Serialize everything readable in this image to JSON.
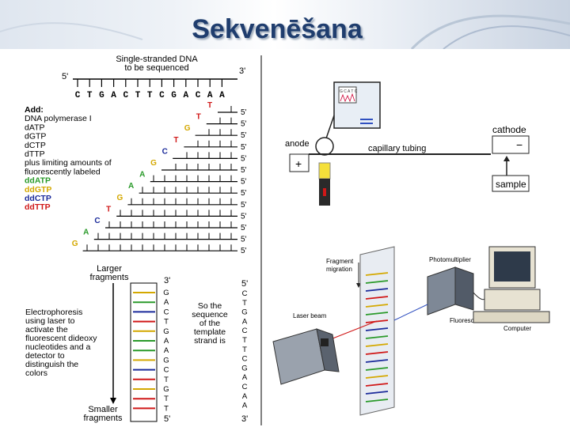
{
  "title": "Sekvenēšana",
  "template": {
    "heading_line1": "Single-stranded DNA",
    "heading_line2": "to be sequenced",
    "end5": "5'",
    "end3": "3'",
    "bases": [
      "C",
      "T",
      "G",
      "A",
      "C",
      "T",
      "T",
      "C",
      "G",
      "A",
      "C",
      "A",
      "A"
    ]
  },
  "add_list": [
    {
      "text": "Add:",
      "color": "#000000",
      "bold": true
    },
    {
      "text": "DNA polymerase I",
      "color": "#000000",
      "bold": false
    },
    {
      "text": "dATP",
      "color": "#000000",
      "bold": false
    },
    {
      "text": "dGTP",
      "color": "#000000",
      "bold": false
    },
    {
      "text": "dCTP",
      "color": "#000000",
      "bold": false
    },
    {
      "text": "dTTP",
      "color": "#000000",
      "bold": false
    },
    {
      "text": "plus limiting amounts of",
      "color": "#000000",
      "bold": false
    },
    {
      "text": "fluorescently labeled",
      "color": "#000000",
      "bold": false
    },
    {
      "text": "ddATP",
      "color": "#2a9a2a",
      "bold": true
    },
    {
      "text": "ddGTP",
      "color": "#d4a800",
      "bold": true
    },
    {
      "text": "ddCTP",
      "color": "#1a2a9a",
      "bold": true
    },
    {
      "text": "ddTTP",
      "color": "#d01818",
      "bold": true
    }
  ],
  "fragments": {
    "labels": [
      "T",
      "T",
      "G",
      "T",
      "C",
      "G",
      "A",
      "A",
      "G",
      "T",
      "C",
      "A",
      "G"
    ],
    "end_label": "5'"
  },
  "colors": {
    "A": "#2a9a2a",
    "G": "#d4a800",
    "C": "#1a2a9a",
    "T": "#d01818",
    "title": "#1f3d6e"
  },
  "gel": {
    "larger_label": [
      "Larger",
      "fragments"
    ],
    "smaller_label": [
      "Smaller",
      "fragments"
    ],
    "top_label": "3'",
    "bottom_label": "5'",
    "left_sequence": [
      "G",
      "A",
      "C",
      "T",
      "G",
      "A",
      "A",
      "G",
      "C",
      "T",
      "G",
      "T",
      "T"
    ],
    "right_top_label": "5'",
    "right_bottom_label": "3'",
    "right_sequence": [
      "C",
      "T",
      "G",
      "A",
      "C",
      "T",
      "T",
      "C",
      "G",
      "A",
      "C",
      "A",
      "A"
    ],
    "electro_text": [
      "Electrophoresis",
      "using laser to",
      "activate the",
      "fluorescent dideoxy",
      "nucleotides and a",
      "detector to",
      "distinguish the",
      "colors"
    ],
    "so_text": [
      "So the",
      "sequence",
      "of the",
      "template",
      "strand is"
    ]
  },
  "capillary": {
    "anode": "anode",
    "cathode": "cathode",
    "capillary_tubing": "capillary tubing",
    "sample": "sample",
    "plus": "+",
    "minus": "−",
    "screen_letters": "G C A T C"
  },
  "apparatus": {
    "fragment_migration": [
      "Fragment",
      "migration"
    ],
    "photomultiplier": "Photomultiplier",
    "laser_beam": "Laser beam",
    "fluorescence": "Fluorescence",
    "computer": "Computer"
  }
}
